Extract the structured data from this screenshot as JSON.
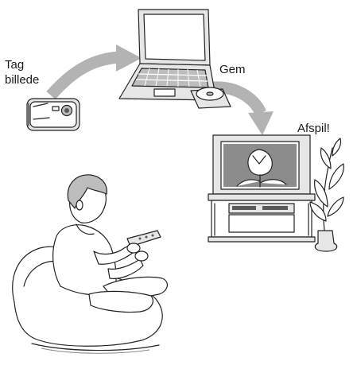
{
  "labels": {
    "take_photo_line1": "Tag",
    "take_photo_line2": "billede",
    "save": "Gem",
    "play": "Afspil!"
  },
  "colors": {
    "arrow": "#b3b3b3",
    "outline": "#222222",
    "background": "#ffffff"
  },
  "icons": [
    "digital-camera-icon",
    "laptop-icon",
    "disc-icon",
    "tv-icon",
    "plant-icon",
    "person-with-remote-icon"
  ]
}
